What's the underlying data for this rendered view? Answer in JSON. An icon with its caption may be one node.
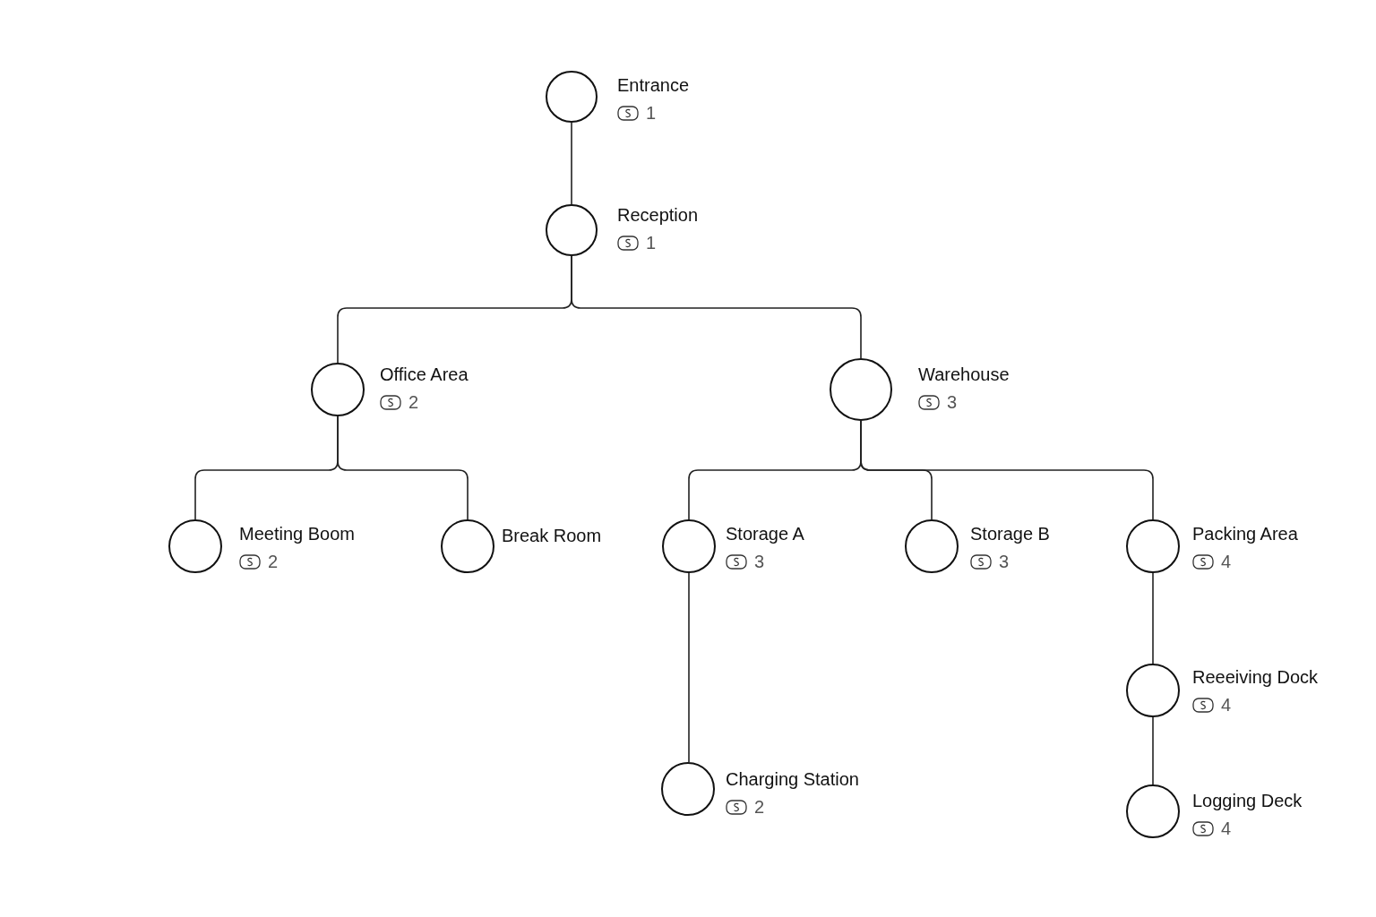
{
  "diagram": {
    "nodes": [
      {
        "text": [
          "Entrance",
          "1"
        ]
      },
      {
        "text": [
          "Reception",
          "1"
        ]
      },
      {
        "text": [
          "Office Area",
          "2"
        ]
      },
      {
        "text": [
          "Warehouse",
          "3"
        ]
      },
      {
        "text": [
          "Meeting Boom",
          "2"
        ]
      },
      {
        "text": [
          "Break Room"
        ]
      },
      {
        "text": [
          "Storage A",
          "3"
        ]
      },
      {
        "text": [
          "Storage B",
          "3"
        ]
      },
      {
        "text": [
          "Packing Area",
          "4"
        ]
      },
      {
        "text": [
          "Charging Station",
          "2"
        ]
      },
      {
        "text": [
          "Reeeiving Dock",
          "4"
        ]
      },
      {
        "text": [
          "Logging Deck",
          "4"
        ]
      }
    ],
    "edges": [
      {
        "from": 0,
        "to": 1,
        "arrow": "none"
      },
      {
        "from": 1,
        "to": 2,
        "arrow": "none"
      },
      {
        "from": 1,
        "to": 3,
        "arrow": "none"
      },
      {
        "from": 2,
        "to": 4,
        "arrow": "none"
      },
      {
        "from": 2,
        "to": 5,
        "arrow": "none"
      },
      {
        "from": 3,
        "to": 6,
        "arrow": "none"
      },
      {
        "from": 3,
        "to": 7,
        "arrow": "none"
      },
      {
        "from": 3,
        "to": 8,
        "arrow": "none"
      },
      {
        "from": 6,
        "to": 9,
        "arrow": "none"
      },
      {
        "from": 8,
        "to": 10,
        "arrow": "none"
      },
      {
        "from": 10,
        "to": 11,
        "arrow": "none"
      }
    ]
  }
}
